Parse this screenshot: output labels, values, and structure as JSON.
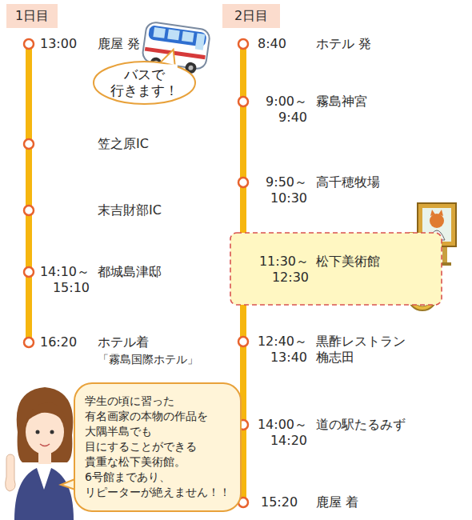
{
  "diagram": {
    "nodes": [
      {
        "text": [
          "1日目"
        ]
      },
      {
        "text": [
          "バスで 行きます！"
        ]
      },
      {
        "text": [
          "2日目"
        ]
      },
      {
        "text": [
          "11:30～ 12:30",
          "松下美術館"
        ]
      },
      {
        "text": [
          "学生の頃に習った 有名画家の本物の作品を 大隅半島でも 目にすることができる 貴重な松下美術館。 6号館まであり、 リピーターが絶えません！！"
        ]
      }
    ],
    "labels": [
      "13:00",
      "鹿屋 発",
      "笠之原IC",
      "末吉財部IC",
      "14:10～ 15:10",
      "都城島津邸",
      "16:20",
      "ホテル着",
      "「霧島国際ホテル」",
      "8:40",
      "ホテル 発",
      "9:00～ 9:40",
      "霧島神宮",
      "9:50～ 10:30",
      "高千穂牧場",
      "12:40～ 13:40",
      "黒酢レストラン 桷志田",
      "14:00～ 14:20",
      "道の駅たるみず",
      "15:20",
      "鹿屋 着"
    ]
  }
}
